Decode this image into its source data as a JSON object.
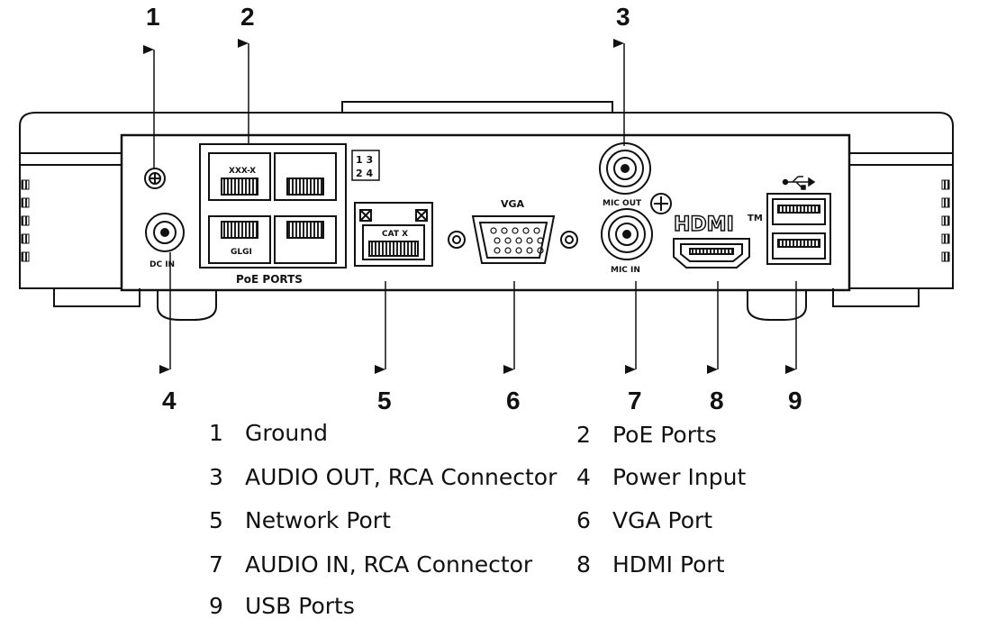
{
  "device_labels": {
    "poe_top": "XXX-X",
    "poe_bottom": "GLGI",
    "poe_ports": "PoE PORTS",
    "grid_top": "1 3",
    "grid_bottom": "2 4",
    "net_port": "CAT X",
    "vga": "VGA",
    "mic_out": "MIC OUT",
    "mic_in": "MIC IN",
    "dc_in": "DC IN",
    "hdmi": "HDMI",
    "tm": "TM"
  },
  "callouts": [
    {
      "num": "1"
    },
    {
      "num": "2"
    },
    {
      "num": "3"
    },
    {
      "num": "4"
    },
    {
      "num": "5"
    },
    {
      "num": "6"
    },
    {
      "num": "7"
    },
    {
      "num": "8"
    },
    {
      "num": "9"
    }
  ],
  "legend": [
    {
      "num": "1",
      "label": "Ground"
    },
    {
      "num": "2",
      "label": "PoE Ports"
    },
    {
      "num": "3",
      "label": "AUDIO OUT, RCA Connector"
    },
    {
      "num": "4",
      "label": "Power Input"
    },
    {
      "num": "5",
      "label": "Network Port"
    },
    {
      "num": "6",
      "label": "VGA Port"
    },
    {
      "num": "7",
      "label": "AUDIO IN, RCA Connector"
    },
    {
      "num": "8",
      "label": "HDMI Port"
    },
    {
      "num": "9",
      "label": "USB Ports"
    }
  ]
}
